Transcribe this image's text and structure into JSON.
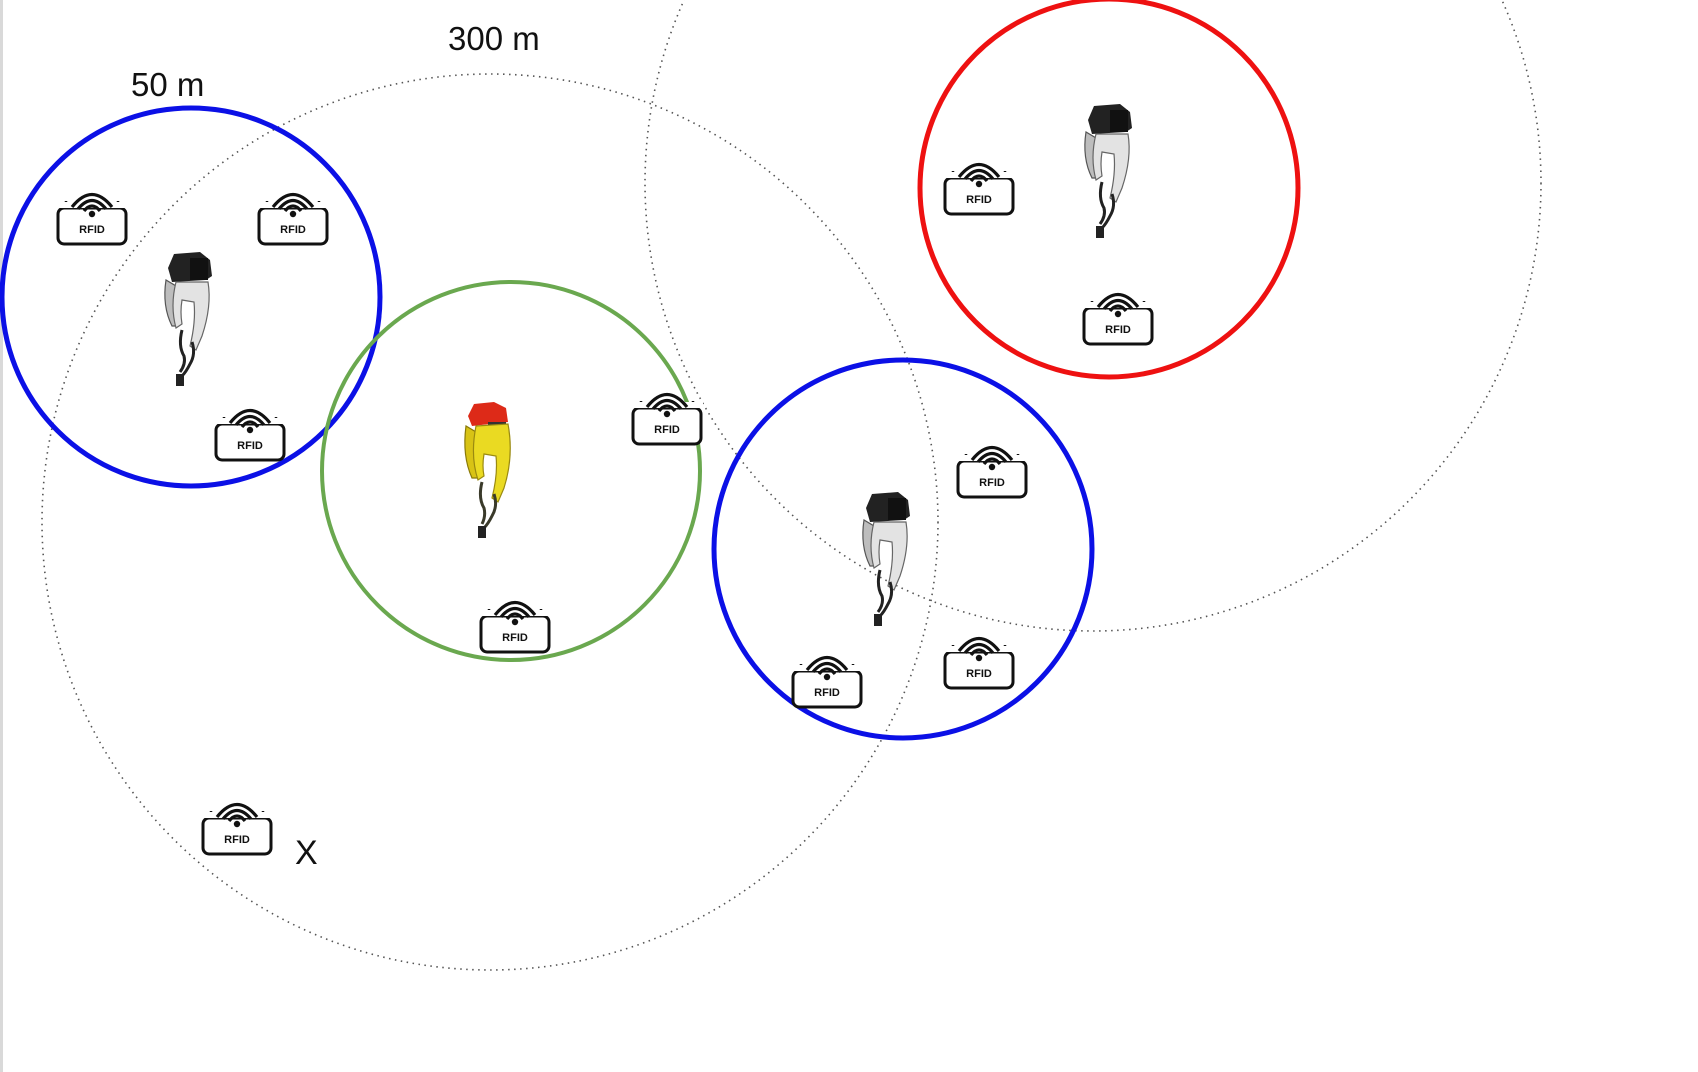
{
  "labels": {
    "small_range": "50 m",
    "large_range": "300 m",
    "unreachable_mark": "X"
  },
  "tag_label": "RFID",
  "colors": {
    "blue_range": "#0b10e6",
    "red_range": "#ee1111",
    "green_range": "#6aa84f",
    "dotted_range": "#555555",
    "reader_grey": "#d7d7d7",
    "reader_yellow": "#e6d21a",
    "reader_red_cap": "#dd2a18",
    "reader_black": "#222222"
  },
  "range_circles": [
    {
      "id": "blue-left",
      "kind": "blue"
    },
    {
      "id": "green",
      "kind": "green"
    },
    {
      "id": "blue-right",
      "kind": "blue"
    },
    {
      "id": "red",
      "kind": "red"
    },
    {
      "id": "dotted-left",
      "kind": "dotted"
    },
    {
      "id": "dotted-right",
      "kind": "dotted"
    }
  ],
  "readers": [
    {
      "id": "reader-left",
      "variant": "grey"
    },
    {
      "id": "reader-center",
      "variant": "yellow"
    },
    {
      "id": "reader-right",
      "variant": "grey"
    },
    {
      "id": "reader-top",
      "variant": "grey"
    }
  ],
  "tag_icon": "rfid-tag-icon",
  "reader_icon": "handheld-rfid-reader-icon"
}
